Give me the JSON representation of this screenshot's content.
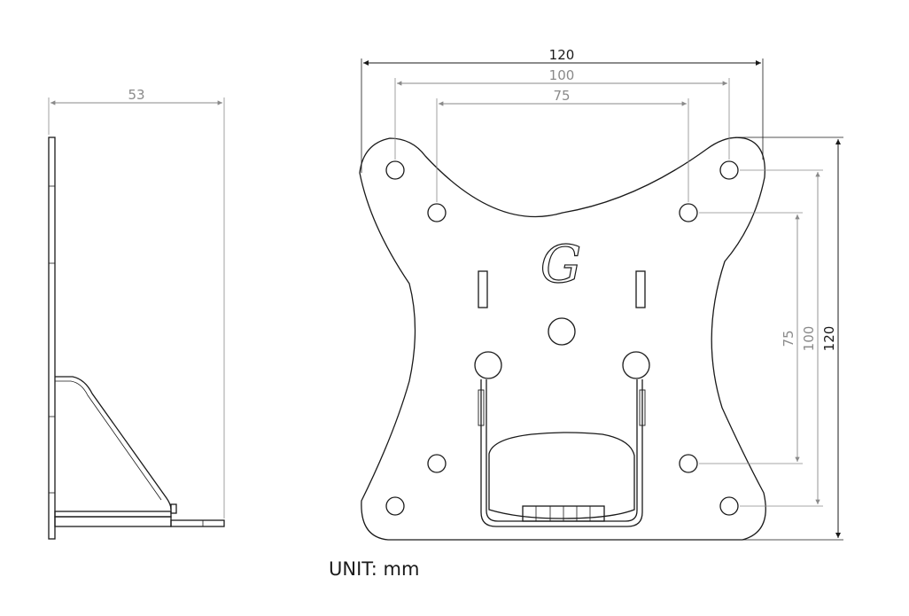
{
  "dimensions": {
    "side_depth": "53",
    "front_width_overall": "120",
    "front_width_100": "100",
    "front_width_75": "75",
    "front_height_overall": "120",
    "front_height_100": "100",
    "front_height_75": "75"
  },
  "logo_text": "G",
  "unit_label": "UNIT: mm",
  "colors": {
    "outline": "#1a1a1a",
    "dimension_gray": "#8a8a8a"
  }
}
